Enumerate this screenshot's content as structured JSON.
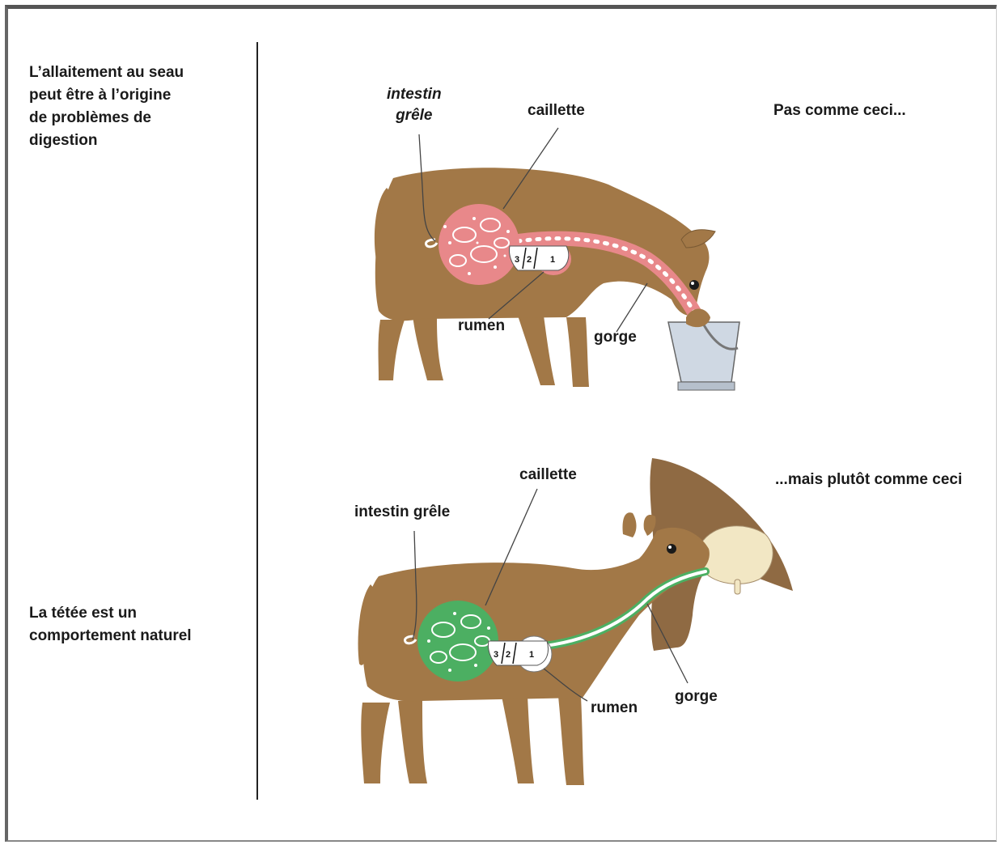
{
  "left_column": {
    "text_top": "L’allaitement au seau\npeut être à l’origine\nde problèmes de\ndigestion",
    "text_bottom": "La tétée est un\ncomportement naturel"
  },
  "top_figure": {
    "caption": "Pas comme ceci...",
    "labels": {
      "intestin": "intestin\ngrêle",
      "caillette": "caillette",
      "rumen": "rumen",
      "gorge": "gorge"
    },
    "stomach_numbers": [
      "3",
      "2",
      "1"
    ],
    "abomasum_color": "#e8888a"
  },
  "bottom_figure": {
    "caption": "...mais plutôt comme ceci",
    "labels": {
      "intestin": "intestin grêle",
      "caillette": "caillette",
      "rumen": "rumen",
      "gorge": "gorge"
    },
    "stomach_numbers": [
      "3",
      "2",
      "1"
    ],
    "abomasum_color": "#4caf62"
  },
  "colors": {
    "calf_body": "#a27847",
    "cow_body": "#8f6a43",
    "udder": "#f2e7c4",
    "bucket": "#cfd8e3"
  }
}
